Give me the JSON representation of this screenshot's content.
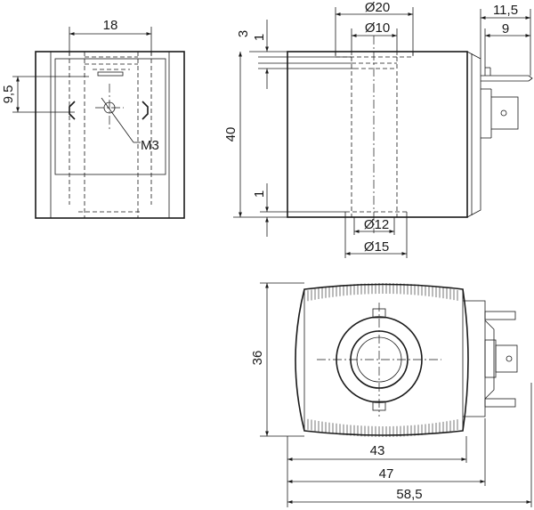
{
  "views": {
    "front": {
      "width": "18",
      "height_offset": "9,5",
      "thread": "M3"
    },
    "side": {
      "top_outer_dia": "Ø20",
      "top_inner_dia": "Ø10",
      "top_offset": "3",
      "top_offset_small": "1",
      "height": "40",
      "bottom_offset": "1",
      "bottom_inner_dia": "Ø12",
      "bottom_outer_dia": "Ø15",
      "terminal_total": "11,5",
      "terminal_length": "9"
    },
    "top": {
      "height": "36",
      "body_length": "43",
      "length_with_tab": "47",
      "overall_length": "58,5"
    }
  },
  "colors": {
    "ink": "#1a1a1a",
    "background": "#ffffff"
  }
}
